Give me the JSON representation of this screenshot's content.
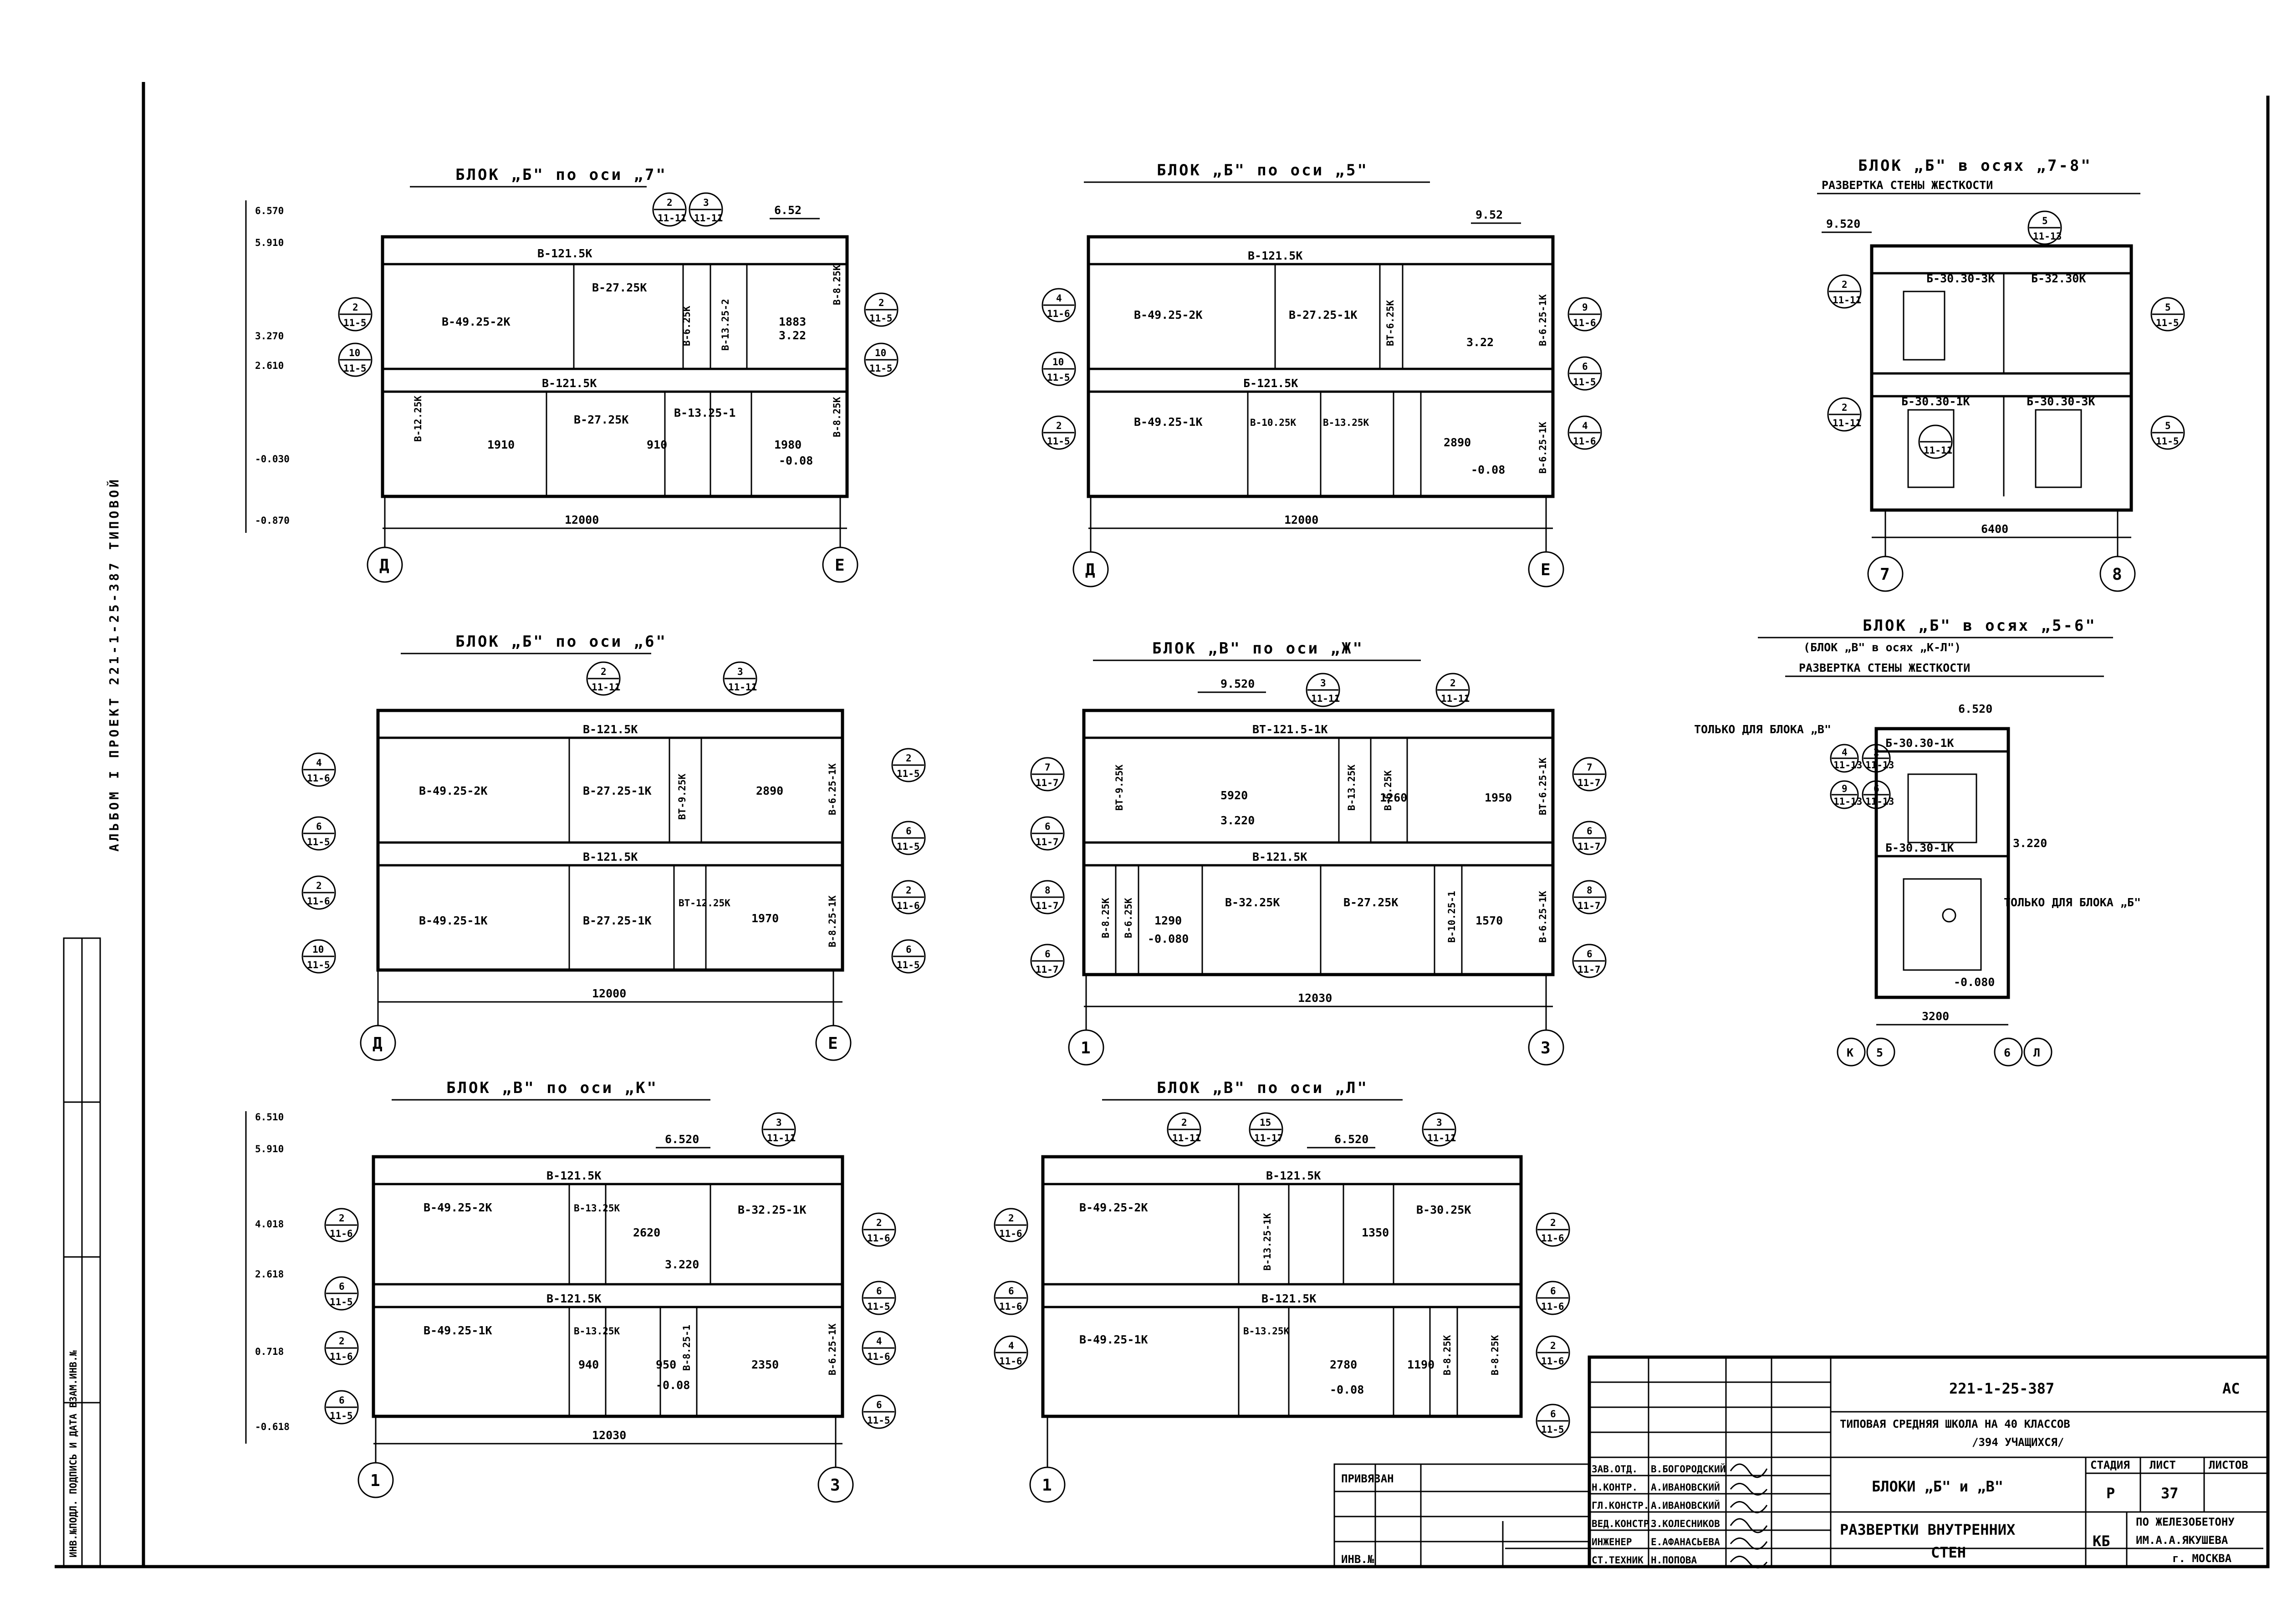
{
  "sheet": {
    "side_vertical": "АЛЬБОМ I     ПРОЕКТ 221-1-25-387     ТИПОВОЙ",
    "left_strip": "ИНВ.№ПОДЛ.  ПОДПИСЬ И ДАТА  ВЗАМ.ИНВ.№"
  },
  "elevations": [
    {
      "title": "БЛОК „Б\" по оси „7\"",
      "axes": [
        "Д",
        "Е"
      ],
      "span": "12000",
      "top_beam": "В-121.5К",
      "mid_beam": "В-121.5К",
      "levels": [
        "6.570",
        "5.910",
        "3.270",
        "2.610",
        "-0.030",
        "-0.870"
      ],
      "level_top": "6.52",
      "upper_panels": [
        "В-49.25-2К",
        "В-27.25К",
        "В-6.25К",
        "В-13.25-2",
        "В-8.25К"
      ],
      "lower_panels": [
        "В-12.25К",
        "В-27.25К",
        "В-13.25-1",
        "В-8.25К"
      ],
      "dims": [
        "1910",
        "910",
        "1980",
        "1883",
        "3.22",
        "-0.08"
      ],
      "callouts": [
        {
          "top": "2",
          "bottom": "11-11"
        },
        {
          "top": "3",
          "bottom": "11-11"
        },
        {
          "top": "2",
          "bottom": "11-5"
        },
        {
          "top": "10",
          "bottom": "11-5"
        },
        {
          "top": "2",
          "bottom": "11-5"
        },
        {
          "top": "10",
          "bottom": "11-5"
        }
      ]
    },
    {
      "title": "БЛОК „Б\" по оси „5\"",
      "axes": [
        "Д",
        "Е"
      ],
      "span": "12000",
      "top_beam": "В-121.5К",
      "mid_beam": "Б-121.5К",
      "level_top": "9.52",
      "upper_panels": [
        "В-49.25-2К",
        "В-27.25-1К",
        "ВТ-6.25К",
        "В-6.25-1К"
      ],
      "lower_panels": [
        "В-49.25-1К",
        "В-10.25К",
        "В-13.25К",
        "В-6.25-1К"
      ],
      "dims": [
        "2890",
        "3.22",
        "-0.08"
      ],
      "callouts": [
        {
          "top": "4",
          "bottom": "11-6"
        },
        {
          "top": "10",
          "bottom": "11-5"
        },
        {
          "top": "2",
          "bottom": "11-5"
        },
        {
          "top": "9",
          "bottom": "11-6"
        },
        {
          "top": "6",
          "bottom": "11-5"
        },
        {
          "top": "4",
          "bottom": "11-6"
        }
      ]
    },
    {
      "title": "БЛОК „Б\" в осях „7-8\"",
      "subtitle": "РАЗВЕРТКА СТЕНЫ ЖЕСТКОСТИ",
      "axes": [
        "7",
        "8"
      ],
      "span": "6400",
      "level_top": "9.520",
      "upper_panels": [
        "Б-30.30-3К",
        "Б-32.30К"
      ],
      "lower_panels": [
        "Б-30.30-1К",
        "Б-30.30-3К"
      ],
      "callouts": [
        {
          "top": "5",
          "bottom": "11-13"
        },
        {
          "top": "2",
          "bottom": "11-11"
        },
        {
          "top": "5",
          "bottom": "11-5"
        },
        {
          "top": "2",
          "bottom": "11-11"
        },
        {
          "top": "5",
          "bottom": "11-5"
        },
        {
          "top": "",
          "bottom": "11-11"
        }
      ]
    },
    {
      "title": "БЛОК „Б\" по оси „6\"",
      "axes": [
        "Д",
        "Е"
      ],
      "span": "12000",
      "top_beam": "В-121.5К",
      "mid_beam": "В-121.5К",
      "upper_panels": [
        "В-49.25-2К",
        "В-27.25-1К",
        "ВТ-9.25К",
        "В-6.25-1К"
      ],
      "lower_panels": [
        "В-49.25-1К",
        "В-27.25-1К",
        "ВТ-12.25К",
        "В-8.25-1К"
      ],
      "dims": [
        "2890",
        "1970"
      ],
      "callouts": [
        {
          "top": "2",
          "bottom": "11-11"
        },
        {
          "top": "3",
          "bottom": "11-11"
        },
        {
          "top": "4",
          "bottom": "11-6"
        },
        {
          "top": "6",
          "bottom": "11-5"
        },
        {
          "top": "2",
          "bottom": "11-6"
        },
        {
          "top": "10",
          "bottom": "11-5"
        },
        {
          "top": "2",
          "bottom": "11-5"
        },
        {
          "top": "6",
          "bottom": "11-5"
        },
        {
          "top": "2",
          "bottom": "11-6"
        },
        {
          "top": "6",
          "bottom": "11-5"
        }
      ]
    },
    {
      "title": "БЛОК „В\" по оси „Ж\"",
      "axes": [
        "1",
        "3"
      ],
      "span": "12030",
      "top_beam": "ВТ-121.5-1К",
      "mid_beam": "В-121.5К",
      "level_top": "9.520",
      "upper_panels": [
        "ВТ-9.25К",
        "В-13.25К",
        "В-6.25К",
        "ВТ-6.25-1К"
      ],
      "lower_panels": [
        "В-8.25К",
        "В-6.25К",
        "В-32.25К",
        "В-27.25К",
        "В-10.25-1",
        "В-6.25-1К"
      ],
      "dims": [
        "5920",
        "3.220",
        "1260",
        "1950",
        "1290",
        "-0.080",
        "1570"
      ],
      "callouts": [
        {
          "top": "3",
          "bottom": "11-11"
        },
        {
          "top": "2",
          "bottom": "11-11"
        },
        {
          "top": "7",
          "bottom": "11-7"
        },
        {
          "top": "6",
          "bottom": "11-7"
        },
        {
          "top": "8",
          "bottom": "11-7"
        },
        {
          "top": "6",
          "bottom": "11-7"
        },
        {
          "top": "7",
          "bottom": "11-7"
        },
        {
          "top": "6",
          "bottom": "11-7"
        },
        {
          "top": "8",
          "bottom": "11-7"
        },
        {
          "top": "6",
          "bottom": "11-7"
        }
      ]
    },
    {
      "title": "БЛОК „Б\" в осях „5-6\"",
      "subtitle_1": "(БЛОК „В\" в осях „К-Л\")",
      "subtitle_2": "РАЗВЕРТКА СТЕНЫ ЖЕСТКОСТИ",
      "axes": [
        "К",
        "5",
        "6",
        "Л"
      ],
      "span": "3200",
      "level_top": "6.520",
      "level_mid": "3.220",
      "level_bottom": "-0.080",
      "upper_panel": "Б-30.30-1К",
      "lower_panel": "Б-30.30-1К",
      "note_upper": "ТОЛЬКО ДЛЯ БЛОКА „В\"",
      "note_lower": "ТОЛЬКО ДЛЯ БЛОКА „Б\"",
      "callouts": [
        {
          "top": "4",
          "bottom": "11-13"
        },
        {
          "top": "2",
          "bottom": "11-13"
        },
        {
          "top": "9",
          "bottom": "11-13"
        },
        {
          "top": "6",
          "bottom": "11-13"
        }
      ]
    },
    {
      "title": "БЛОК „В\" по оси „К\"",
      "axes": [
        "1",
        "3"
      ],
      "span": "12030",
      "top_beam": "В-121.5К",
      "mid_beam": "В-121.5К",
      "level_top": "6.520",
      "levels": [
        "6.510",
        "5.910",
        "4.018",
        "2.618",
        "0.718",
        "-0.618"
      ],
      "upper_panels": [
        "В-49.25-2К",
        "В-13.25К",
        "В-32.25-1К"
      ],
      "lower_panels": [
        "В-49.25-1К",
        "В-13.25К",
        "В-8.25-1",
        "В-6.25-1К"
      ],
      "dims": [
        "2620",
        "3.220",
        "940",
        "950",
        "-0.08",
        "2350"
      ],
      "callouts": [
        {
          "top": "3",
          "bottom": "11-11"
        },
        {
          "top": "2",
          "bottom": "11-6"
        },
        {
          "top": "6",
          "bottom": "11-5"
        },
        {
          "top": "2",
          "bottom": "11-6"
        },
        {
          "top": "6",
          "bottom": "11-5"
        },
        {
          "top": "2",
          "bottom": "11-6"
        },
        {
          "top": "6",
          "bottom": "11-5"
        },
        {
          "top": "4",
          "bottom": "11-6"
        },
        {
          "top": "6",
          "bottom": "11-5"
        }
      ]
    },
    {
      "title": "БЛОК „В\" по оси „Л\"",
      "axes": [
        "1"
      ],
      "top_beam": "В-121.5К",
      "mid_beam": "В-121.5К",
      "level_top": "6.520",
      "upper_panels": [
        "В-49.25-2К",
        "В-13.25-1К",
        "В-30.25К"
      ],
      "lower_panels": [
        "В-49.25-1К",
        "В-13.25К",
        "В-8.25К",
        "В-8.25К"
      ],
      "dims": [
        "1350",
        "2780",
        "1190",
        "-0.08"
      ],
      "callouts": [
        {
          "top": "2",
          "bottom": "11-11"
        },
        {
          "top": "15",
          "bottom": "11-17"
        },
        {
          "top": "3",
          "bottom": "11-11"
        },
        {
          "top": "2",
          "bottom": "11-6"
        },
        {
          "top": "6",
          "bottom": "11-6"
        },
        {
          "top": "4",
          "bottom": "11-6"
        },
        {
          "top": "2",
          "bottom": "11-6"
        },
        {
          "top": "6",
          "bottom": "11-6"
        },
        {
          "top": "2",
          "bottom": "11-6"
        },
        {
          "top": "6",
          "bottom": "11-5"
        }
      ]
    }
  ],
  "title_block": {
    "code": "221-1-25-387",
    "mark": "АС",
    "project_line_1": "ТИПОВАЯ СРЕДНЯЯ ШКОЛА НА 40 КЛАССОВ",
    "project_line_2": "/394 УЧАЩИХСЯ/",
    "blocks": "БЛОКИ „Б\" и „В\"",
    "sheet_title_1": "РАЗВЕРТКИ ВНУТРЕННИХ",
    "sheet_title_2": "СТЕН",
    "stage_label": "СТАДИЯ",
    "sheet_label": "ЛИСТ",
    "sheets_label": "ЛИСТОВ",
    "stage": "Р",
    "sheet_no": "37",
    "org_logo": "КБ",
    "org_1": "ПО ЖЕЛЕЗОБЕТОНУ",
    "org_2": "ИМ.А.А.ЯКУШЕВА",
    "org_3": "г. МОСКВА",
    "linked": "ПРИВЯЗАН",
    "inv": "ИНВ.№",
    "roles": [
      "ЗАВ.ОТД.",
      "Н.КОНТР.",
      "ГЛ.КОНСТР.",
      "ВЕД.КОНСТР.",
      "ИНЖЕНЕР",
      "СТ.ТЕХНИК"
    ],
    "names": [
      "В.БОГОРОДСКИЙ",
      "А.ИВАНОВСКИЙ",
      "А.ИВАНОВСКИЙ",
      "З.КОЛЕСНИКОВ",
      "Е.АФАНАСЬЕВА",
      "Н.ПОПОВА"
    ]
  }
}
